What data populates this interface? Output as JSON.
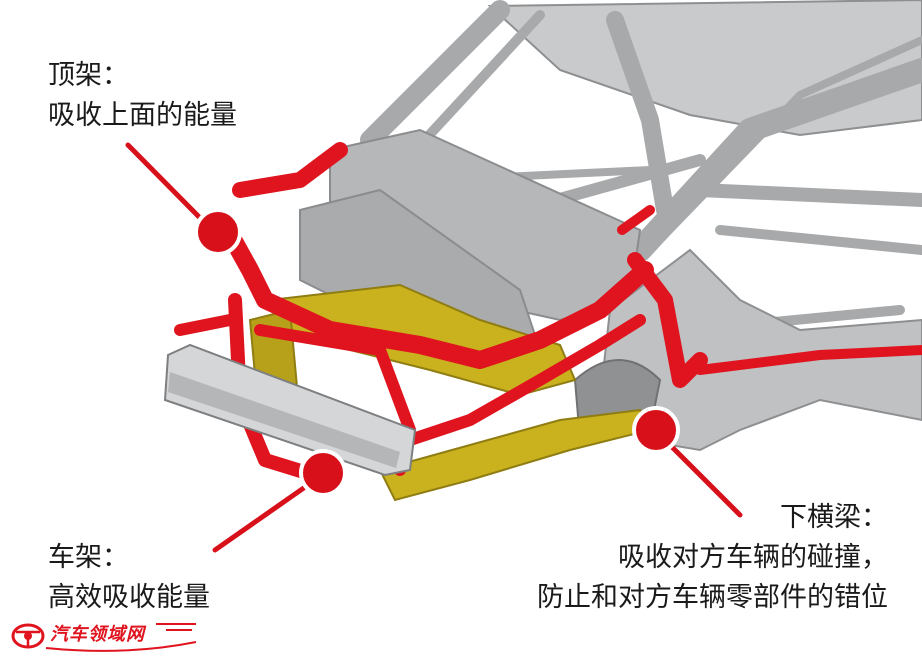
{
  "callouts": {
    "top_frame": {
      "title": "顶架：",
      "desc": "吸收上面的能量"
    },
    "main_frame": {
      "title": "车架：",
      "desc": "高效吸收能量"
    },
    "cross_member": {
      "title": "下横梁：",
      "lines": [
        "吸收对方车辆的碰撞，",
        "防止和对方车辆零部件的错位"
      ]
    }
  },
  "watermark": {
    "text": "汽车领域网"
  },
  "colors": {
    "highlight_red": "#e0141e",
    "marker_red": "#d8101a",
    "frame_yellow": "#c9b21e",
    "body_gray": "#b9bbbd"
  }
}
